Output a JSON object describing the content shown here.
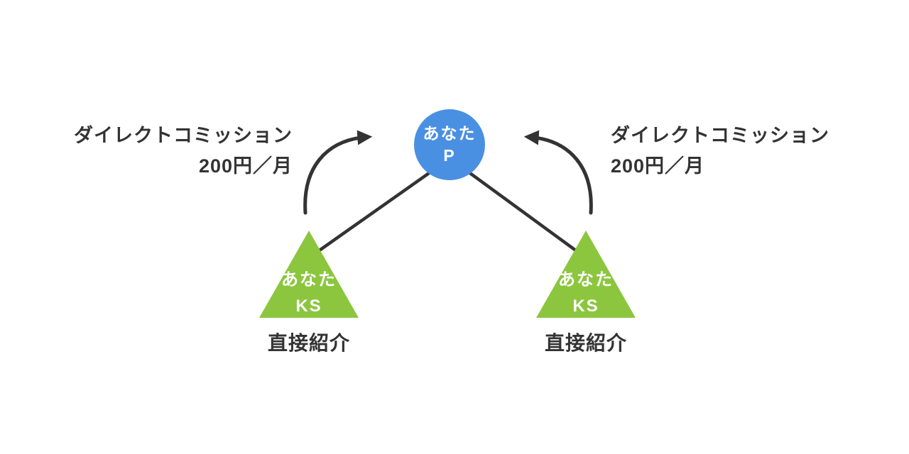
{
  "diagram": {
    "root_node": {
      "line1": "あなた",
      "line2": "P"
    },
    "left_node": {
      "line1": "あなた",
      "line2": "KS"
    },
    "right_node": {
      "line1": "あなた",
      "line2": "KS"
    },
    "left_caption": "直接紹介",
    "right_caption": "直接紹介",
    "left_label": {
      "line1": "ダイレクトコミッション",
      "line2": "200円／月"
    },
    "right_label": {
      "line1": "ダイレクトコミッション",
      "line2": "200円／月"
    },
    "colors": {
      "circle": "#4a90e2",
      "triangle": "#8cc63f",
      "line": "#333333",
      "text": "#333333",
      "node_text": "#ffffff",
      "background": "#ffffff"
    }
  }
}
